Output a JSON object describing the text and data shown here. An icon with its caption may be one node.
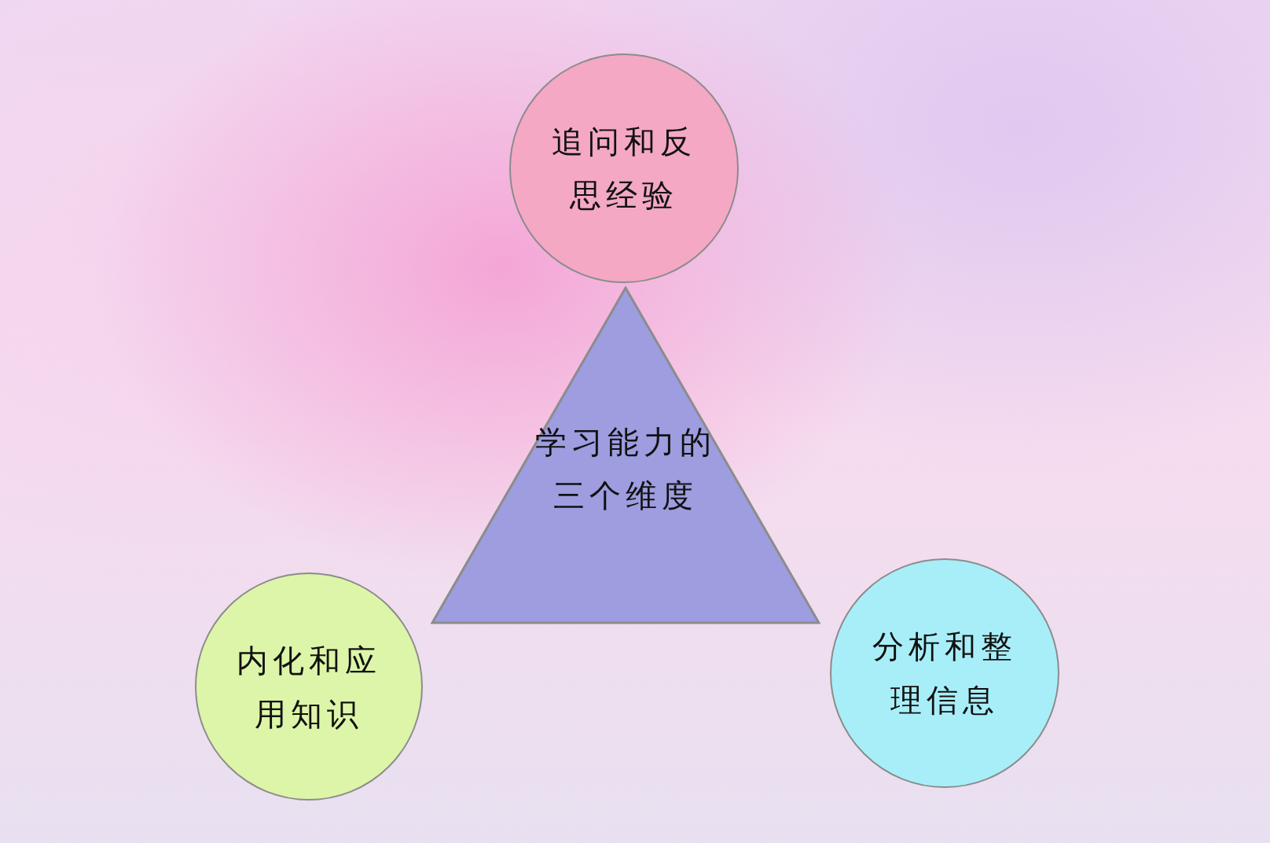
{
  "diagram": {
    "nodes": [
      {
        "text": [
          "学习能力的三个维度"
        ]
      },
      {
        "text": [
          "追问和反思经验"
        ]
      },
      {
        "text": [
          "内化和应用知识"
        ]
      },
      {
        "text": [
          "分析和整理信息"
        ]
      }
    ]
  }
}
